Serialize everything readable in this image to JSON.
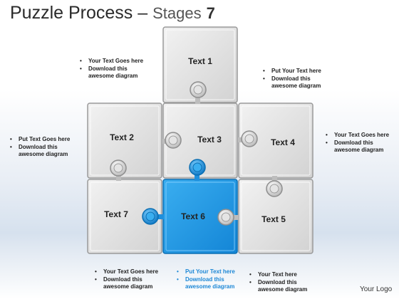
{
  "header": {
    "title": "Puzzle Process",
    "dash": "–",
    "subtitle": "Stages",
    "stage_number": "7"
  },
  "logo": "Your Logo",
  "colors": {
    "tile": "#d6d6d6",
    "tile_border": "#9a9a9a",
    "highlight": "#1f9ae6",
    "highlight_dark": "#0b6fb3"
  },
  "pieces": [
    {
      "label": "Text 1",
      "highlight": false
    },
    {
      "label": "Text 2",
      "highlight": false
    },
    {
      "label": "Text 3",
      "highlight": false
    },
    {
      "label": "Text 4",
      "highlight": false
    },
    {
      "label": "Text 5",
      "highlight": false
    },
    {
      "label": "Text 6",
      "highlight": true
    },
    {
      "label": "Text 7",
      "highlight": false
    }
  ],
  "notes": {
    "top_left": [
      "Your Text Goes here",
      "Download this",
      "awesome diagram"
    ],
    "top_right": [
      "Put Your Text  here",
      "Download this",
      "awesome diagram"
    ],
    "mid_left": [
      " Put Text Goes here",
      "Download this",
      "awesome diagram"
    ],
    "mid_right": [
      "Your Text Goes here",
      "Download this",
      "awesome diagram"
    ],
    "bottom_left": [
      "Your Text Goes here",
      "Download this",
      "awesome diagram"
    ],
    "bottom_center": [
      "Put Your Text  here",
      "Download this",
      "awesome diagram"
    ],
    "bottom_right": [
      "Your Text  here",
      "Download this",
      "awesome diagram"
    ]
  }
}
